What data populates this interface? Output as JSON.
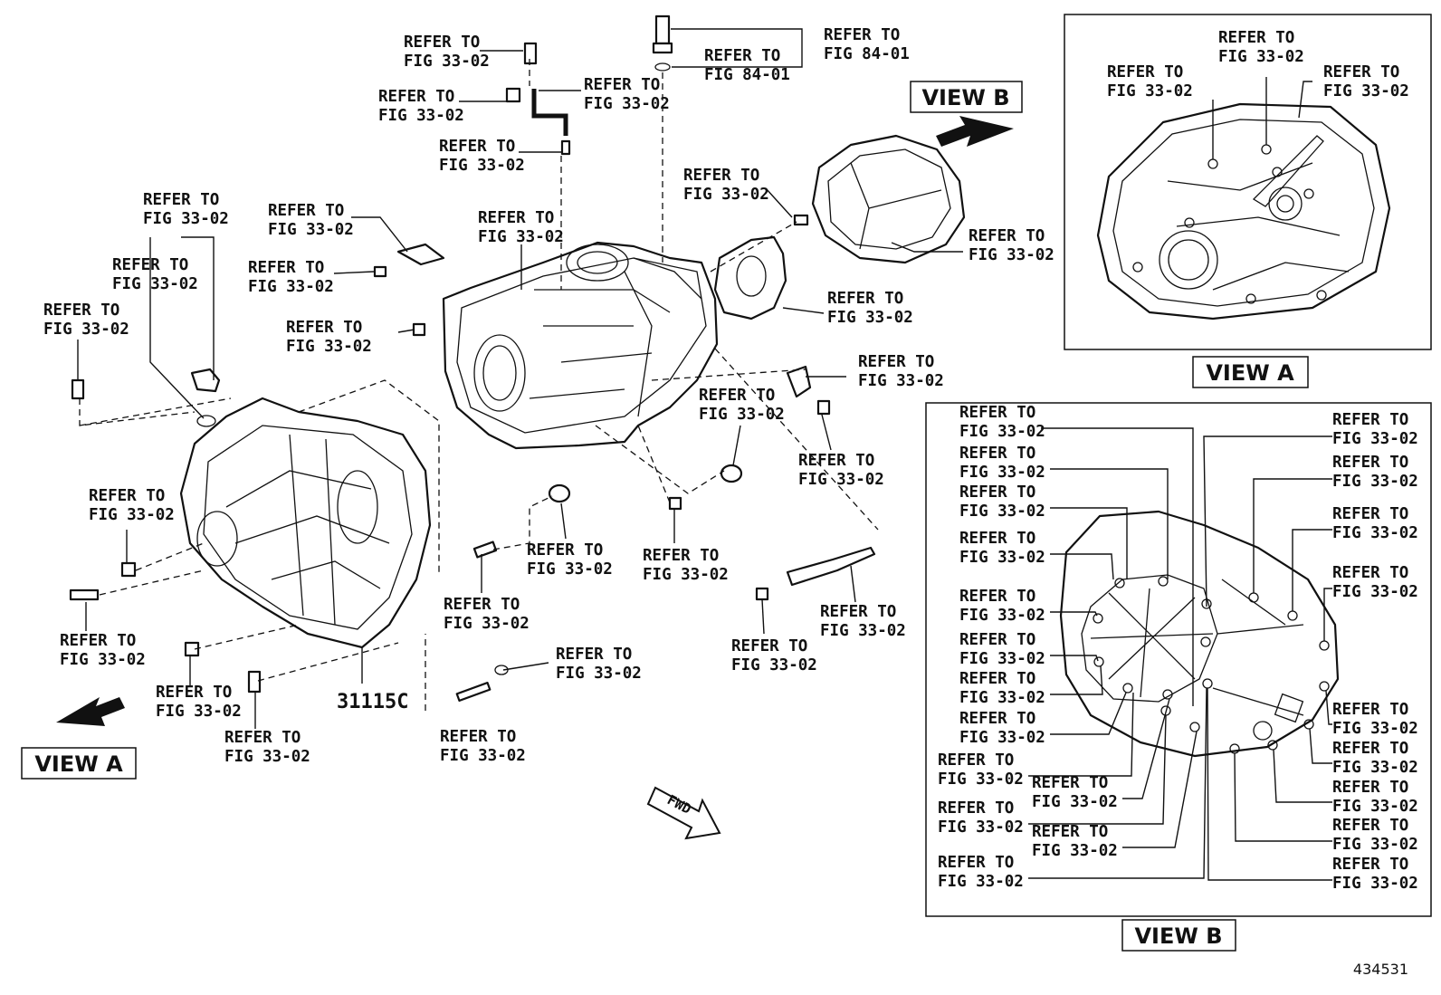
{
  "labels": {
    "refer_to": "REFER TO",
    "fig_33_02": "FIG 33-02",
    "fig_84_01": "FIG 84-01"
  },
  "part_numbers": [
    "31115C"
  ],
  "views": {
    "view_a": "VIEW A",
    "view_b": "VIEW B"
  },
  "direction_marker": "FWD",
  "sheet_id": "434531"
}
